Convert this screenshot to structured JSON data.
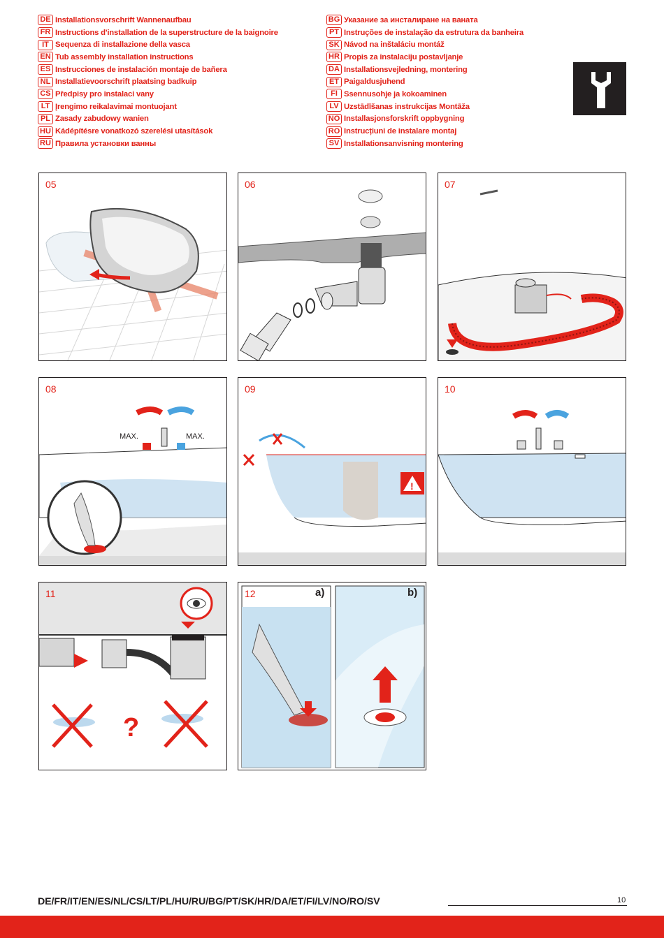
{
  "languages_left": [
    {
      "code": "DE",
      "text": "Installationsvorschrift Wannenaufbau"
    },
    {
      "code": "FR",
      "text": "Instructions d'installation de la superstructure de la baignoire"
    },
    {
      "code": "IT",
      "text": "Sequenza di installazione della vasca"
    },
    {
      "code": "EN",
      "text": "Tub assembly installation instructions"
    },
    {
      "code": "ES",
      "text": "Instrucciones de instalación montaje de bañera"
    },
    {
      "code": "NL",
      "text": "Installatievoorschrift plaatsing badkuip"
    },
    {
      "code": "CS",
      "text": "Předpisy pro instalaci vany"
    },
    {
      "code": "LT",
      "text": "Įrengimo reikalavimai montuojant"
    },
    {
      "code": "PL",
      "text": "Zasady zabudowy wanien"
    },
    {
      "code": "HU",
      "text": "Kádépítésre vonatkozó szerelési utasítások"
    },
    {
      "code": "RU",
      "text": "Правила установки ванны"
    }
  ],
  "languages_right": [
    {
      "code": "BG",
      "text": "Указание за инсталиране на ваната"
    },
    {
      "code": "PT",
      "text": "Instruções de instalação da estrutura da banheira"
    },
    {
      "code": "SK",
      "text": "Návod na inštaláciu montáž"
    },
    {
      "code": "HR",
      "text": "Propis za instalaciju postavljanje"
    },
    {
      "code": "DA",
      "text": "Installationsvejledning, montering"
    },
    {
      "code": "ET",
      "text": "Paigaldusjuhend"
    },
    {
      "code": "FI",
      "text": "Ssennusohje ja kokoaminen"
    },
    {
      "code": "LV",
      "text": "Uzstādīšanas instrukcijas Montāža"
    },
    {
      "code": "NO",
      "text": "Installasjonsforskrift oppbygning"
    },
    {
      "code": "RO",
      "text": "Instrucțiuni de instalare montaj"
    },
    {
      "code": "SV",
      "text": "Installationsanvisning montering"
    }
  ],
  "steps": {
    "s05": "05",
    "s06": "06",
    "s07": "07",
    "s08": "08",
    "s09": "09",
    "s10": "10",
    "s11": "11",
    "s12": "12"
  },
  "step08_labels": {
    "max_left": "MAX.",
    "max_right": "MAX."
  },
  "step11_question": "?",
  "step12_labels": {
    "a": "a)",
    "b": "b)"
  },
  "footer": {
    "languages": "DE/FR/IT/EN/ES/NL/CS/LT/PL/HU/RU/BG/PT/SK/HR/DA/ET/FI/LV/NO/RO/SV",
    "page_number": "10"
  },
  "colors": {
    "brand_red": "#e2231a",
    "water_blue": "#cfe3f2",
    "dark": "#231f20"
  },
  "icons": [
    "wrench-icon",
    "warning-icon",
    "eye-icon"
  ]
}
